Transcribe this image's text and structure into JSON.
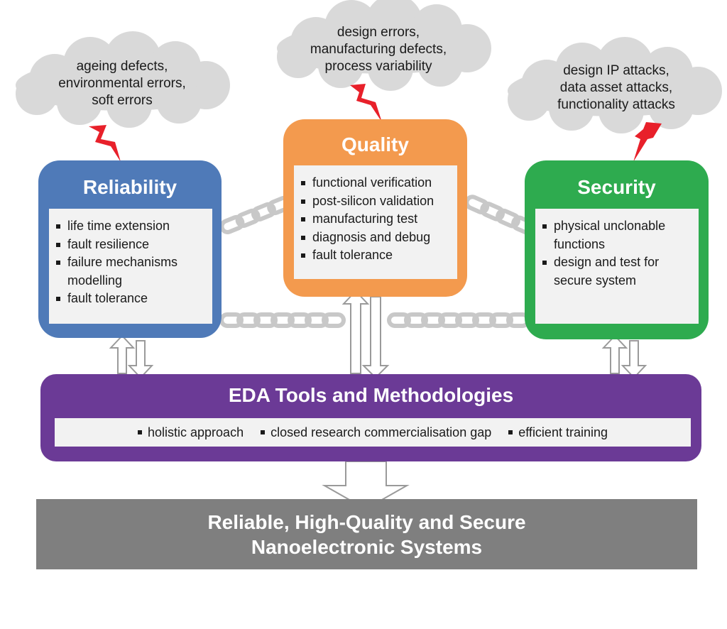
{
  "clouds": {
    "reliability_threats": [
      "ageing defects,",
      "environmental errors,",
      "soft errors"
    ],
    "quality_threats": [
      "design errors,",
      "manufacturing defects,",
      "process variability"
    ],
    "security_threats": [
      "design IP attacks,",
      "data asset attacks,",
      "functionality attacks"
    ]
  },
  "pillars": {
    "reliability": {
      "title": "Reliability",
      "items": [
        "life time extension",
        "fault resilience",
        "failure mechanisms modelling",
        "fault tolerance"
      ]
    },
    "quality": {
      "title": "Quality",
      "items": [
        "functional verification",
        "post-silicon validation",
        "manufacturing test",
        "diagnosis and debug",
        "fault tolerance"
      ]
    },
    "security": {
      "title": "Security",
      "items": [
        "physical unclonable functions",
        "design and test for secure system"
      ]
    }
  },
  "eda": {
    "title": "EDA Tools and Methodologies",
    "items": [
      "holistic approach",
      "closed research commercialisation gap",
      "efficient training"
    ]
  },
  "outcome": {
    "lines": [
      "Reliable, High-Quality and Secure",
      "Nanoelectronic Systems"
    ]
  },
  "colors": {
    "reliability": "#4f7ab8",
    "quality": "#f39a4e",
    "security": "#2eab4f",
    "eda": "#6b3a96",
    "outcome": "#7f7f7f",
    "cloud": "#d9d9d9",
    "lightning": "#e8202a",
    "chain": "#c8c8c8"
  }
}
